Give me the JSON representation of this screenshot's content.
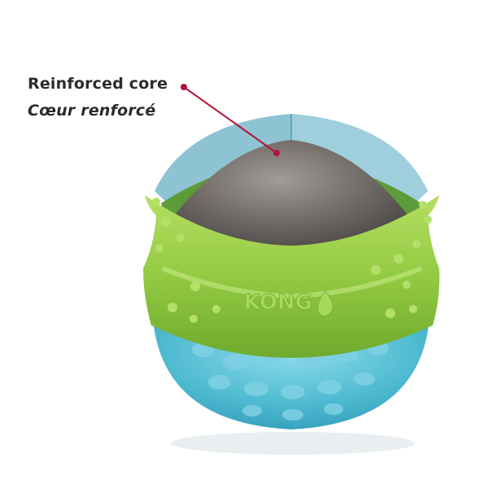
{
  "callout": {
    "label_en": "Reinforced core",
    "label_fr": "Cœur renforcé",
    "leader_color": "#b5123a"
  },
  "product": {
    "brand_mark": "KONG",
    "colors": {
      "outer_shell_blue": "#8ec3d3",
      "outer_shell_blue_dark": "#5fa6bd",
      "middle_layer_green": "#5d9a3a",
      "core_gray": "#6b6763",
      "band_lime": "#8cc63f",
      "band_lime_light": "#b5de62",
      "base_cyan": "#48b7cf",
      "base_cyan_light": "#7fd3e3"
    }
  }
}
